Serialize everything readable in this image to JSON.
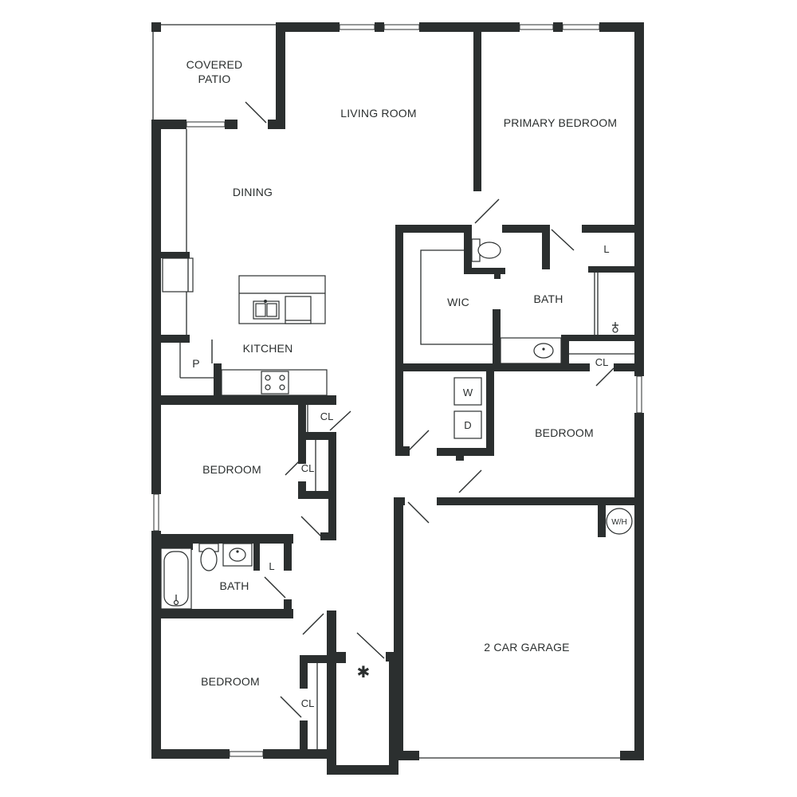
{
  "rooms": {
    "covered_patio_line1": "COVERED",
    "covered_patio_line2": "PATIO",
    "living_room": "LIVING ROOM",
    "primary_bedroom": "PRIMARY BEDROOM",
    "dining": "DINING",
    "kitchen": "KITCHEN",
    "pantry": "P",
    "wic": "WIC",
    "primary_bath": "BATH",
    "primary_linen": "L",
    "primary_closet": "CL",
    "washer": "W",
    "dryer": "D",
    "bedroom_east": "BEDROOM",
    "bedroom_west": "BEDROOM",
    "closet_hall": "CL",
    "closet_west_bedroom": "CL",
    "hall_bath": "BATH",
    "hall_linen": "L",
    "bedroom_south": "BEDROOM",
    "closet_south_bedroom": "CL",
    "garage": "2 CAR GARAGE",
    "water_heater": "W/H",
    "entry_marker": "✱"
  }
}
